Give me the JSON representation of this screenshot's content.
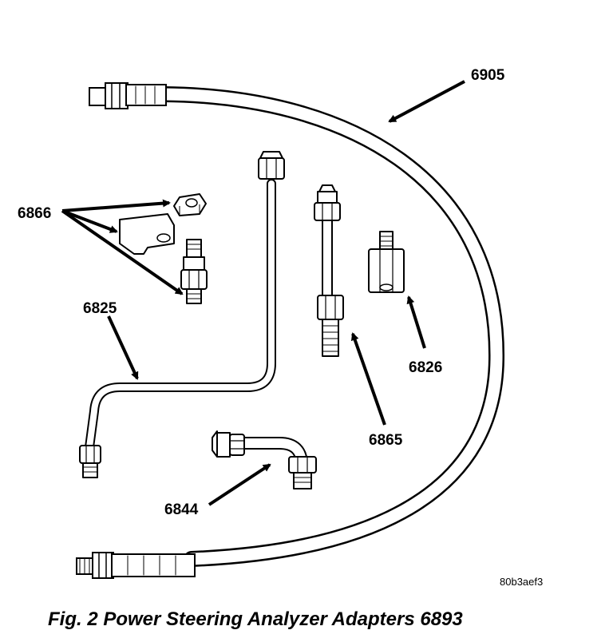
{
  "figure": {
    "caption": "Fig. 2 Power Steering Analyzer Adapters 6893",
    "ref_code": "80b3aef3"
  },
  "parts": {
    "p6905": "6905",
    "p6866": "6866",
    "p6825": "6825",
    "p6826": "6826",
    "p6865": "6865",
    "p6844": "6844"
  },
  "colors": {
    "ink": "#000000",
    "paper": "#ffffff"
  }
}
